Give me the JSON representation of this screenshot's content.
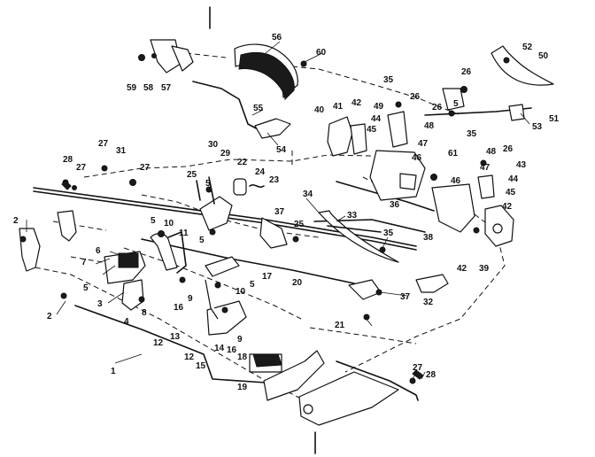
{
  "diagram": {
    "callouts": [
      {
        "id": "c1",
        "text": "1"
      },
      {
        "id": "c2a",
        "text": "2"
      },
      {
        "id": "c2b",
        "text": "2"
      },
      {
        "id": "c3",
        "text": "3"
      },
      {
        "id": "c4",
        "text": "4"
      },
      {
        "id": "c5a",
        "text": "5"
      },
      {
        "id": "c5b",
        "text": "5"
      },
      {
        "id": "c5c",
        "text": "5"
      },
      {
        "id": "c5d",
        "text": "5"
      },
      {
        "id": "c5e",
        "text": "5"
      },
      {
        "id": "c5f",
        "text": "5"
      },
      {
        "id": "c6",
        "text": "6"
      },
      {
        "id": "c7",
        "text": "7"
      },
      {
        "id": "c8",
        "text": "8"
      },
      {
        "id": "c9a",
        "text": "9"
      },
      {
        "id": "c9b",
        "text": "9"
      },
      {
        "id": "c10a",
        "text": "10"
      },
      {
        "id": "c10b",
        "text": "10"
      },
      {
        "id": "c11",
        "text": "11"
      },
      {
        "id": "c12a",
        "text": "12"
      },
      {
        "id": "c12b",
        "text": "12"
      },
      {
        "id": "c13",
        "text": "13"
      },
      {
        "id": "c14",
        "text": "14"
      },
      {
        "id": "c15",
        "text": "15"
      },
      {
        "id": "c16a",
        "text": "16"
      },
      {
        "id": "c16b",
        "text": "16"
      },
      {
        "id": "c17",
        "text": "17"
      },
      {
        "id": "c18",
        "text": "18"
      },
      {
        "id": "c19",
        "text": "19"
      },
      {
        "id": "c20",
        "text": "20"
      },
      {
        "id": "c21",
        "text": "21"
      },
      {
        "id": "c22",
        "text": "22"
      },
      {
        "id": "c23",
        "text": "23"
      },
      {
        "id": "c24",
        "text": "24"
      },
      {
        "id": "c25a",
        "text": "25"
      },
      {
        "id": "c25b",
        "text": "25"
      },
      {
        "id": "c26a",
        "text": "26"
      },
      {
        "id": "c26b",
        "text": "26"
      },
      {
        "id": "c26c",
        "text": "26"
      },
      {
        "id": "c26d",
        "text": "26"
      },
      {
        "id": "c27a",
        "text": "27"
      },
      {
        "id": "c27b",
        "text": "27"
      },
      {
        "id": "c27c",
        "text": "27"
      },
      {
        "id": "c27d",
        "text": "27"
      },
      {
        "id": "c28a",
        "text": "28"
      },
      {
        "id": "c28b",
        "text": "28"
      },
      {
        "id": "c29",
        "text": "29"
      },
      {
        "id": "c30",
        "text": "30"
      },
      {
        "id": "c31",
        "text": "31"
      },
      {
        "id": "c32",
        "text": "32"
      },
      {
        "id": "c33",
        "text": "33"
      },
      {
        "id": "c34",
        "text": "34"
      },
      {
        "id": "c35a",
        "text": "35"
      },
      {
        "id": "c35b",
        "text": "35"
      },
      {
        "id": "c35c",
        "text": "35"
      },
      {
        "id": "c36",
        "text": "36"
      },
      {
        "id": "c37a",
        "text": "37"
      },
      {
        "id": "c37b",
        "text": "37"
      },
      {
        "id": "c38",
        "text": "38"
      },
      {
        "id": "c39",
        "text": "39"
      },
      {
        "id": "c40",
        "text": "40"
      },
      {
        "id": "c41",
        "text": "41"
      },
      {
        "id": "c42a",
        "text": "42"
      },
      {
        "id": "c42b",
        "text": "42"
      },
      {
        "id": "c42c",
        "text": "42"
      },
      {
        "id": "c43",
        "text": "43"
      },
      {
        "id": "c44a",
        "text": "44"
      },
      {
        "id": "c44b",
        "text": "44"
      },
      {
        "id": "c45a",
        "text": "45"
      },
      {
        "id": "c45b",
        "text": "45"
      },
      {
        "id": "c46a",
        "text": "46"
      },
      {
        "id": "c46b",
        "text": "46"
      },
      {
        "id": "c47a",
        "text": "47"
      },
      {
        "id": "c47b",
        "text": "47"
      },
      {
        "id": "c48a",
        "text": "48"
      },
      {
        "id": "c48b",
        "text": "48"
      },
      {
        "id": "c49",
        "text": "49"
      },
      {
        "id": "c50",
        "text": "50"
      },
      {
        "id": "c51",
        "text": "51"
      },
      {
        "id": "c52",
        "text": "52"
      },
      {
        "id": "c53",
        "text": "53"
      },
      {
        "id": "c54",
        "text": "54"
      },
      {
        "id": "c55",
        "text": "55"
      },
      {
        "id": "c56",
        "text": "56"
      },
      {
        "id": "c57",
        "text": "57"
      },
      {
        "id": "c58",
        "text": "58"
      },
      {
        "id": "c59",
        "text": "59"
      },
      {
        "id": "c60",
        "text": "60"
      },
      {
        "id": "c61",
        "text": "61"
      }
    ]
  }
}
